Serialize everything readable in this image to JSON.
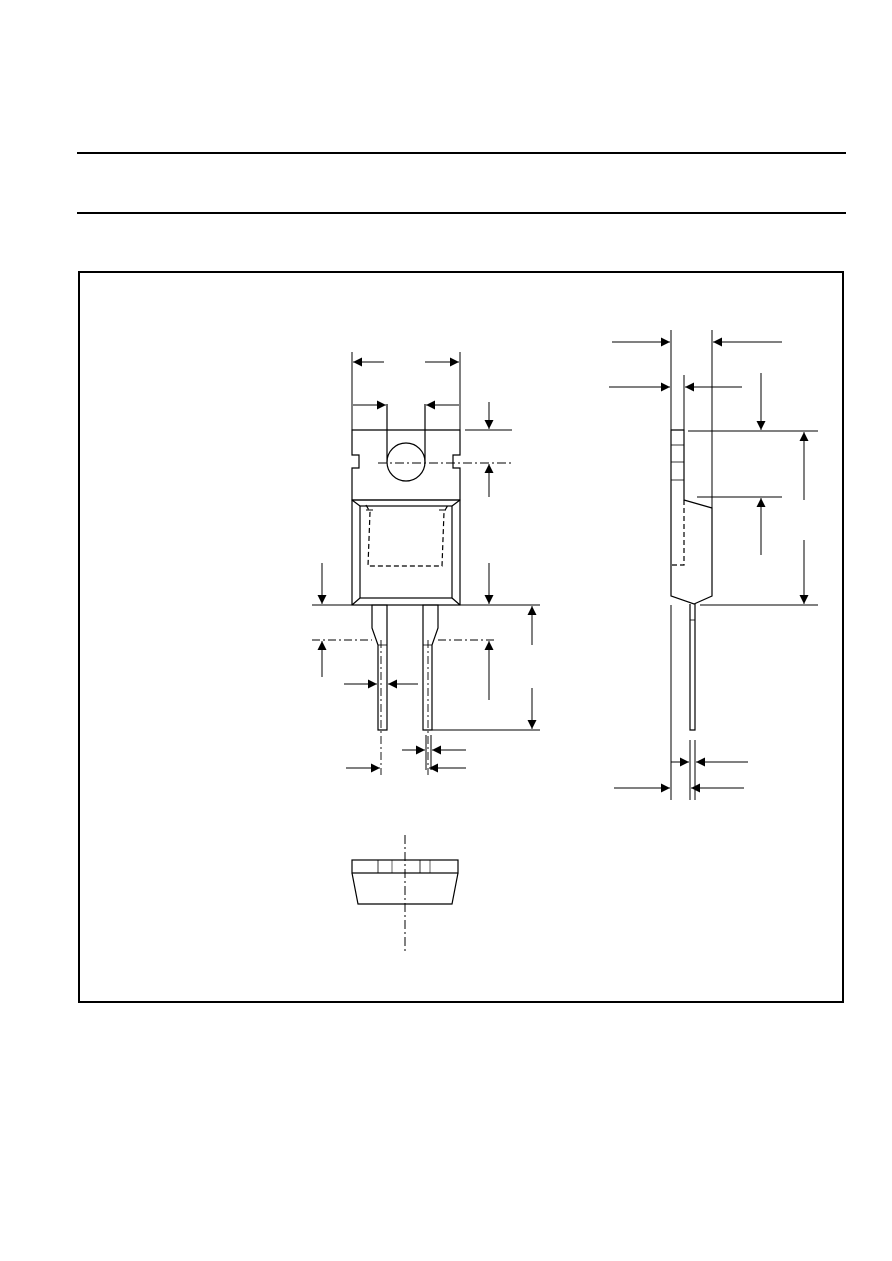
{
  "document": {
    "header_text": "",
    "figure_title": ""
  },
  "colors": {
    "ink": "#000000",
    "paper": "#ffffff"
  },
  "views": [
    "front-view",
    "side-view",
    "bottom-view"
  ]
}
